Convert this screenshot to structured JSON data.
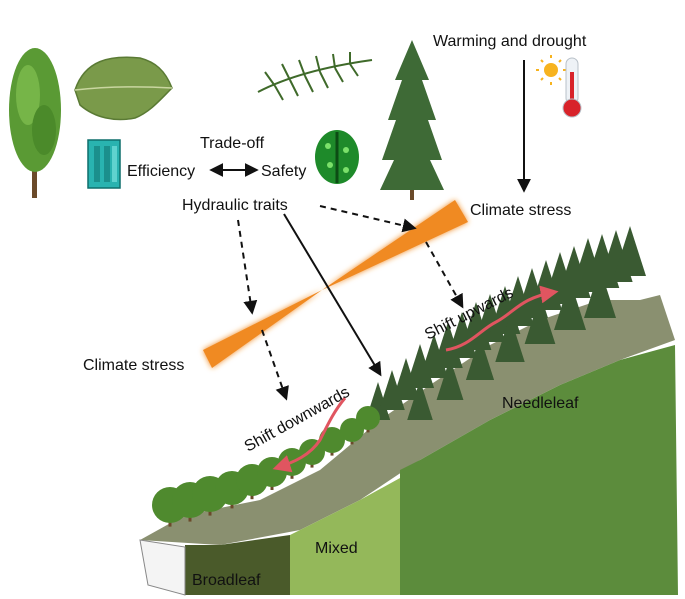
{
  "labels": {
    "trade_off": "Trade-off",
    "efficiency": "Efficiency",
    "safety": "Safety",
    "hydraulic_traits": "Hydraulic traits",
    "warming_drought": "Warming and drought",
    "climate_stress_right": "Climate stress",
    "climate_stress_left": "Climate stress",
    "shift_upwards": "Shift upwards",
    "shift_downwards": "Shift downwards",
    "needleleaf": "Needleleaf",
    "mixed": "Mixed",
    "broadleaf": "Broadleaf"
  },
  "icons": [
    "broadleaf-tree-icon",
    "oak-leaf-icon",
    "xylem-vessel-icon",
    "pit-membrane-icon",
    "conifer-branch-icon",
    "conifer-tree-icon",
    "sun-icon",
    "thermometer-icon"
  ],
  "colors": {
    "stress_wedge": "#f08a24",
    "shift_arrow": "#e05560",
    "needleleaf_zone": "#5c8c3c",
    "mixed_zone": "#94b85a",
    "broadleaf_zone": "#4a5a2a",
    "slope": "#8a9070"
  }
}
